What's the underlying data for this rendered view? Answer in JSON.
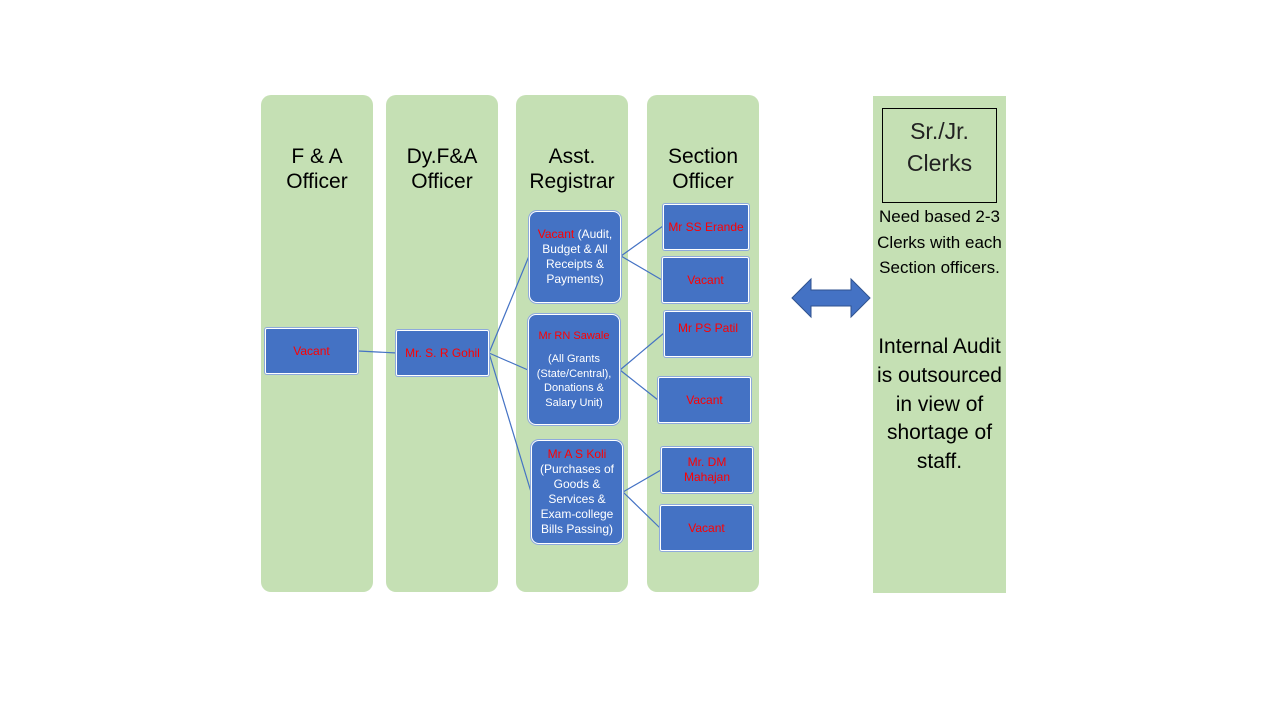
{
  "columns": {
    "fa_officer": "F & A\nOfficer",
    "dy_fa_officer": "Dy.F&A\nOfficer",
    "asst_registrar": "Asst.\nRegistrar",
    "section_officer": "Section\nOfficer"
  },
  "boxes": {
    "fa_vacant": "Vacant",
    "dy_gohil": "Mr. S. R Gohil",
    "ar1_name": "Vacant",
    "ar1_desc": "(Audit, Budget & All Receipts & Payments)",
    "ar2_name": "Mr RN Sawale",
    "ar2_desc": "(All Grants (State/Central), Donations & Salary Unit)",
    "ar3_name": "Mr A S Koli",
    "ar3_desc": "(Purchases of Goods & Services & Exam-college Bills Passing)",
    "so1": "Mr SS Erande",
    "so2": "Vacant",
    "so3": "Mr PS Patil",
    "so4": "Vacant",
    "so5": "Mr. DM Mahajan",
    "so6": "Vacant"
  },
  "clerks": {
    "title": "Sr./Jr.\nClerks",
    "note_small": "Need based 2-3 Clerks with each Section officers.",
    "note_big": "Internal Audit is outsourced in view of shortage of staff."
  },
  "colors": {
    "column_fill": "#c5e0b4",
    "box_fill": "#4472c4",
    "name_text": "#ff0000",
    "connector": "#4472c4"
  }
}
